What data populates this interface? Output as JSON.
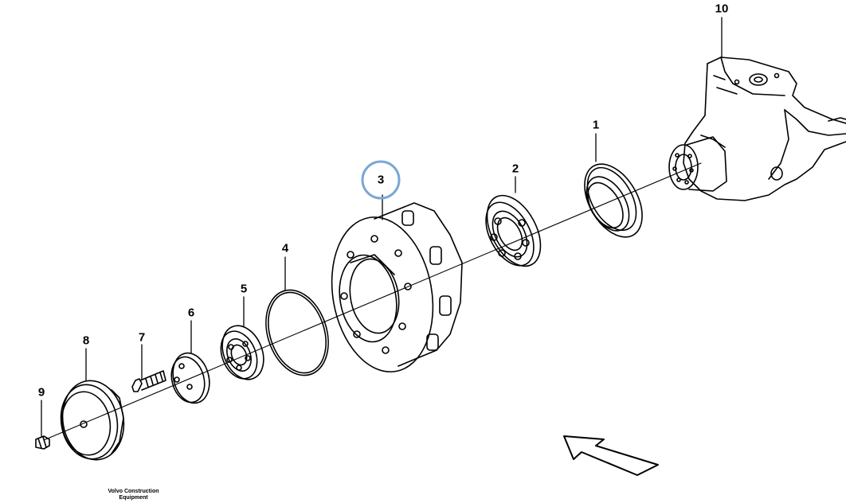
{
  "callouts": {
    "p1": "1",
    "p2": "2",
    "p3": "3",
    "p4": "4",
    "p5": "5",
    "p6": "6",
    "p7": "7",
    "p8": "8",
    "p9": "9",
    "p10": "10"
  },
  "highlight": {
    "item": "3",
    "color": "#7aa7d6"
  },
  "footer": {
    "line1": "Volvo Construction",
    "line2": "Equipment"
  },
  "line_color": "#000000"
}
